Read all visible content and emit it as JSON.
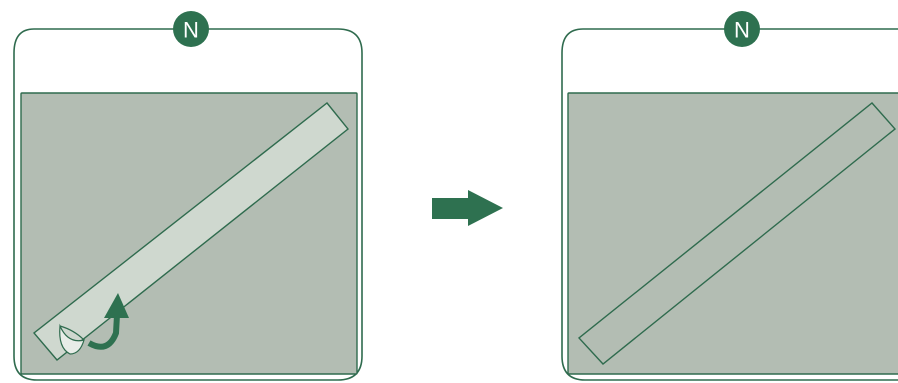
{
  "colors": {
    "accent_green": "#2e7150",
    "outline_green": "#2f6b4e",
    "bag_fill": "#ffffff",
    "surface_fill": "#b3bdb3",
    "strip_fill": "#cfd8cf",
    "strip_applied_fill": "#b3bdb3",
    "badge_text": "#ffffff"
  },
  "panels": [
    {
      "badge_letter": "N",
      "state": "peeling",
      "icons": [
        "curved-arrow-icon",
        "peeled-corner-icon"
      ]
    },
    {
      "badge_letter": "N",
      "state": "applied",
      "icons": []
    }
  ],
  "transition": {
    "icon": "right-arrow-icon"
  }
}
